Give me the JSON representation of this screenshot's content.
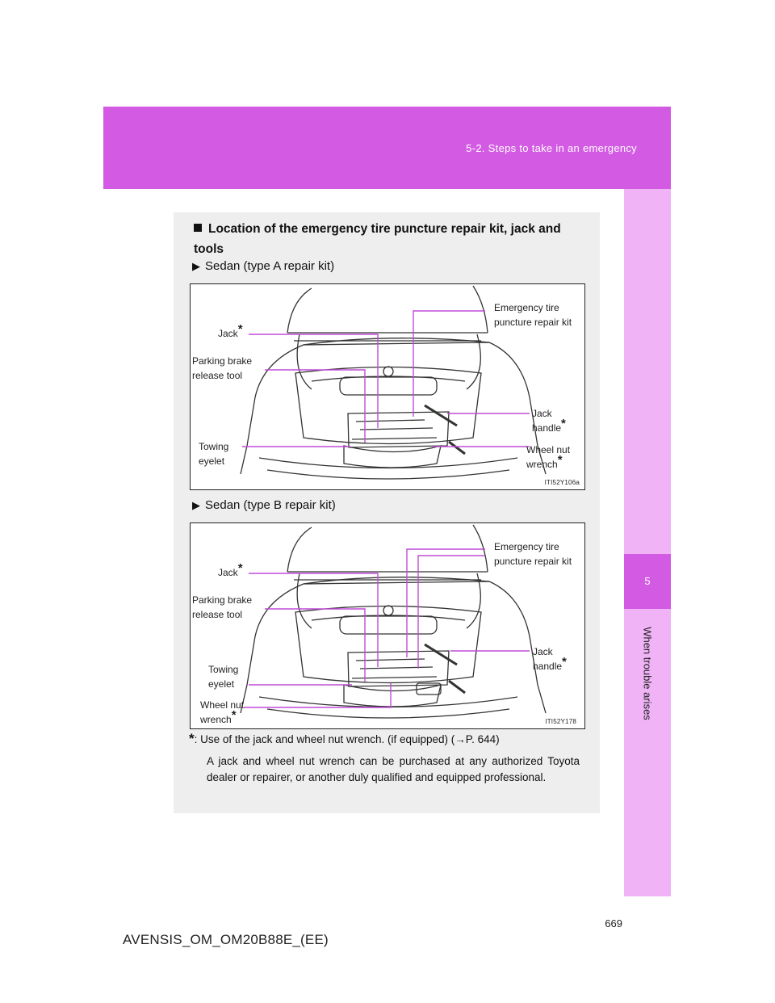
{
  "header": {
    "section": "5-2. Steps to take in an emergency"
  },
  "side_tab": {
    "chapter_number": "5",
    "chapter_title": "When trouble arises"
  },
  "page_number": "669",
  "section_title": "Location of the emergency tire puncture repair kit, jack and tools",
  "figure_a": {
    "heading": "Sedan (type A repair kit)",
    "code": "ITI52Y106a",
    "labels": {
      "jack": "Jack",
      "parking_brake": "Parking brake",
      "parking_brake_2": "release tool",
      "towing": "Towing",
      "towing_2": "eyelet",
      "repair_kit": "Emergency tire",
      "repair_kit_2": "puncture repair kit",
      "jack_handle": "Jack",
      "jack_handle_2": "handle",
      "wheel_nut": "Wheel nut",
      "wheel_nut_2": "wrench"
    }
  },
  "figure_b": {
    "heading": "Sedan (type B repair kit)",
    "code": "ITI52Y178",
    "labels": {
      "jack": "Jack",
      "parking_brake": "Parking brake",
      "parking_brake_2": "release tool",
      "towing": "Towing",
      "towing_2": "eyelet",
      "wheel_nut": "Wheel nut",
      "wheel_nut_2": "wrench",
      "repair_kit": "Emergency tire",
      "repair_kit_2": "puncture repair kit",
      "jack_handle": "Jack",
      "jack_handle_2": "handle"
    }
  },
  "footnote": {
    "marker": "*",
    "text": ": Use of the jack and wheel nut wrench. (if equipped) (→P. 644)",
    "body": "A jack and wheel nut wrench can be purchased at any authorized Toyota dealer or repairer, or another duly qualified and equipped professional."
  },
  "doc_code": "AVENSIS_OM_OM20B88E_(EE)",
  "colors": {
    "header": "#d35be3",
    "side_strip": "#efb3f6",
    "callout_line": "#c04cd8"
  },
  "icons": {
    "bullet": "black-square-icon",
    "subhead": "right-arrow-icon"
  }
}
